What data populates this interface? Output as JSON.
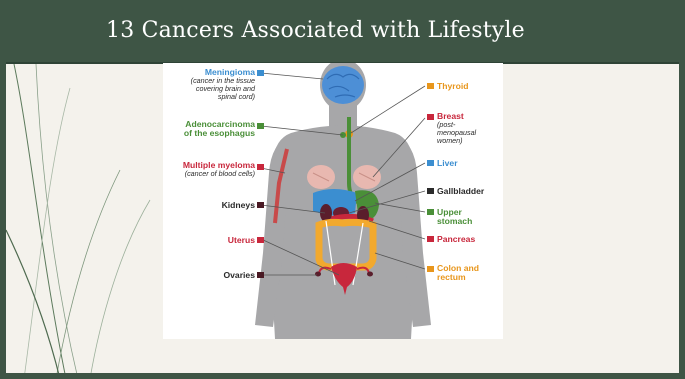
{
  "slide": {
    "title": "13 Cancers Associated with Lifestyle"
  },
  "theme": {
    "title_bar": "#3e5545",
    "background": "#f4f2ec"
  },
  "diagram": {
    "labels": {
      "meningioma": {
        "title": "Meningioma",
        "sub1": "(cancer in the tissue",
        "sub2": "covering brain and",
        "sub3": "spinal cord)",
        "color": "#3b8ed0"
      },
      "adenocarcinoma": {
        "title1": "Adenocarcinoma",
        "title2": "of the esophagus",
        "color": "#4a8f38"
      },
      "myeloma": {
        "title": "Multiple myeloma",
        "sub": "(cancer of blood cells)",
        "color": "#c8273c"
      },
      "kidneys": {
        "title": "Kidneys",
        "color": "#2b2b2b"
      },
      "uterus": {
        "title": "Uterus",
        "color": "#c8273c"
      },
      "ovaries": {
        "title": "Ovaries",
        "color": "#2b2b2b"
      },
      "thyroid": {
        "title": "Thyroid",
        "color": "#e8961c"
      },
      "breast": {
        "title": "Breast",
        "sub1": "(post-",
        "sub2": "menopausal",
        "sub3": "women)",
        "color": "#c8273c"
      },
      "liver": {
        "title": "Liver",
        "color": "#3b8ed0"
      },
      "gallbladder": {
        "title": "Gallbladder",
        "color": "#2b2b2b"
      },
      "upper_stomach": {
        "title1": "Upper",
        "title2": "stomach",
        "color": "#4a8f38"
      },
      "pancreas": {
        "title": "Pancreas",
        "color": "#c8273c"
      },
      "colon": {
        "title1": "Colon and",
        "title2": "rectum",
        "color": "#e8961c"
      }
    },
    "icons": [
      "body-silhouette-icon",
      "brain-icon",
      "lungs-icon",
      "liver-icon",
      "stomach-icon",
      "kidneys-icon",
      "colon-icon",
      "uterus-icon",
      "arm-bone-icon"
    ]
  }
}
